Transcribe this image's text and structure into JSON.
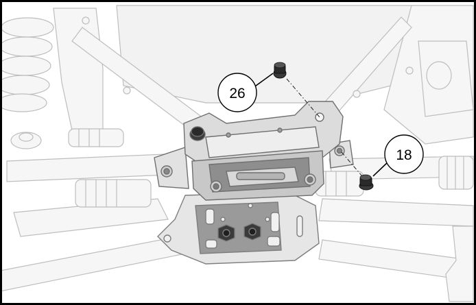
{
  "callouts": [
    {
      "id": "callout-26",
      "label": "26"
    },
    {
      "id": "callout-18",
      "label": "18"
    }
  ],
  "colors": {
    "frame_border": "#000000",
    "line_art": "#b8b8b8",
    "light_fill": "#f4f4f4",
    "mount_fill": "#d6d6d6",
    "mount_dark": "#8a8a8a",
    "fastener": "#2a2a2a"
  }
}
